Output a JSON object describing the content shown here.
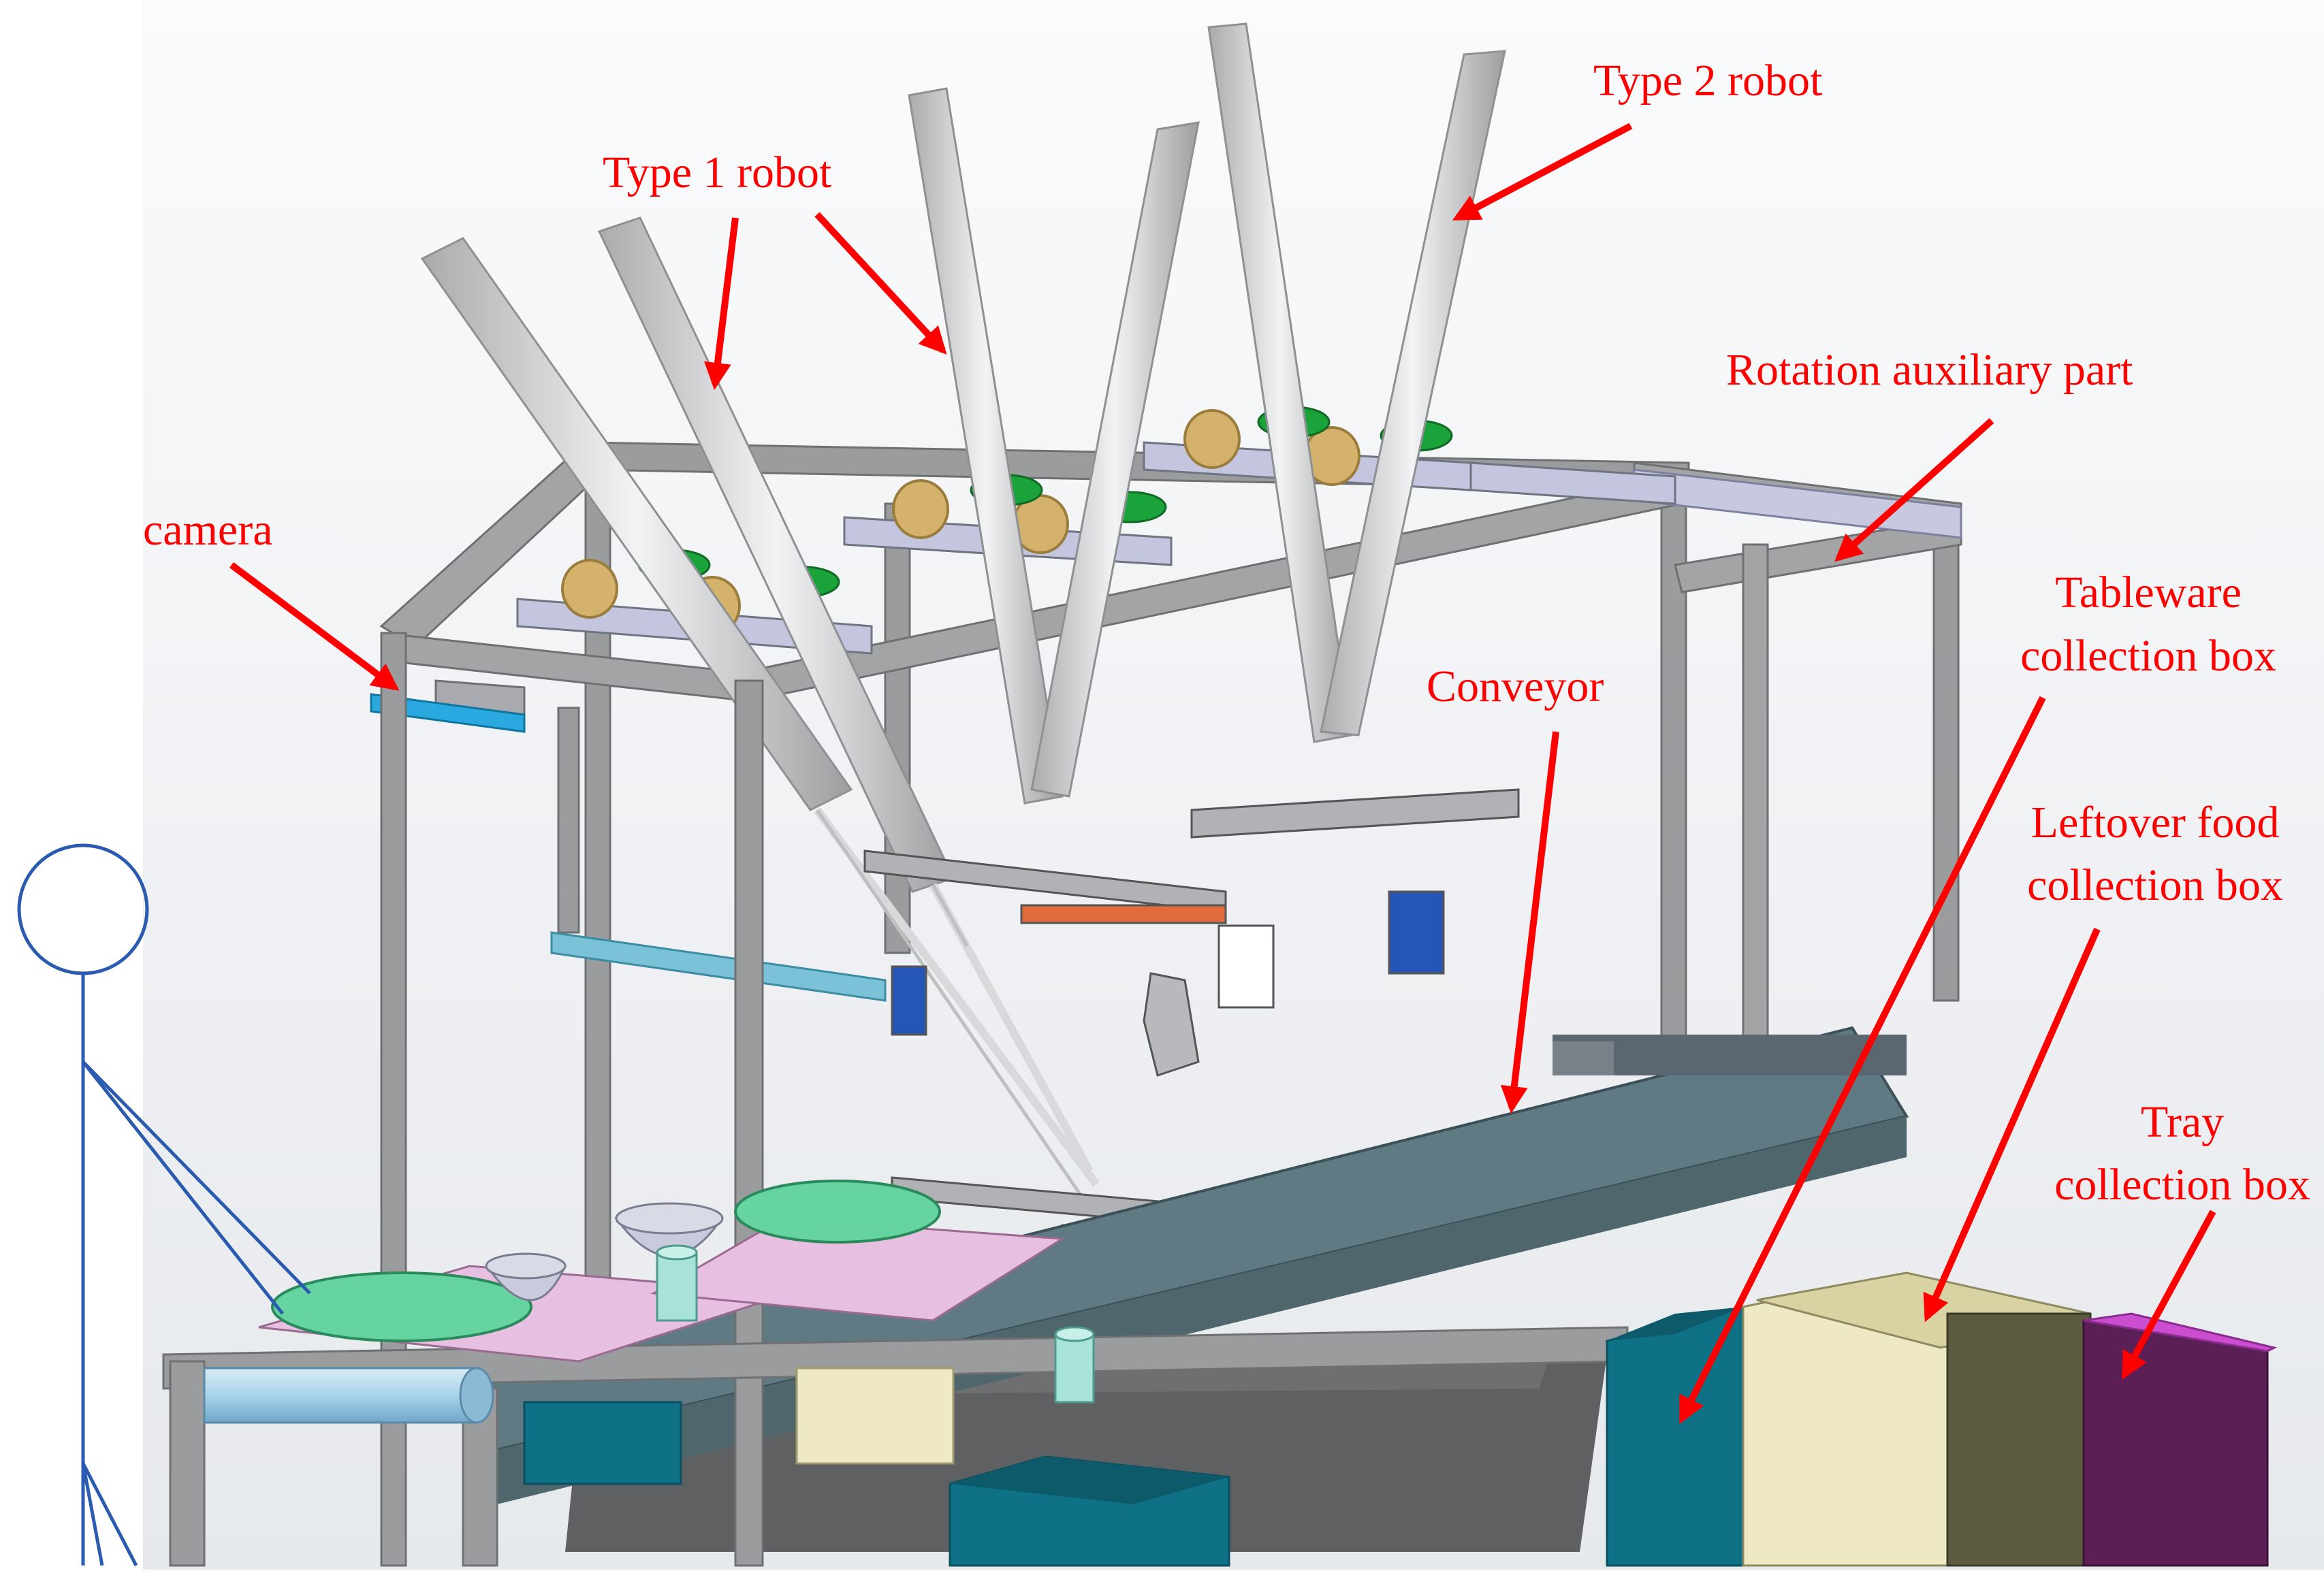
{
  "labels": {
    "type1_robot": "Type 1 robot",
    "type2_robot": "Type 2 robot",
    "camera": "camera",
    "rotation_auxiliary_part": "Rotation auxiliary part",
    "conveyor": "Conveyor",
    "tableware_line1": "Tableware",
    "tableware_line2": "collection box",
    "leftover_line1": "Leftover food",
    "leftover_line2": "collection box",
    "tray_line1": "Tray",
    "tray_line2": "collection box"
  },
  "colors": {
    "label": "#ff0000",
    "arrow": "#ff0000",
    "frame": "#9a9c9e",
    "conveyor_belt": "#5f7a82",
    "tableware_box": "#0f7186",
    "leftover_box": "#eee8c5",
    "tray_box": "#5c1f55",
    "tray_box_top": "#cc4ed0",
    "bowl_green": "#66d4a0",
    "stick_figure": "#2a5bb0"
  }
}
